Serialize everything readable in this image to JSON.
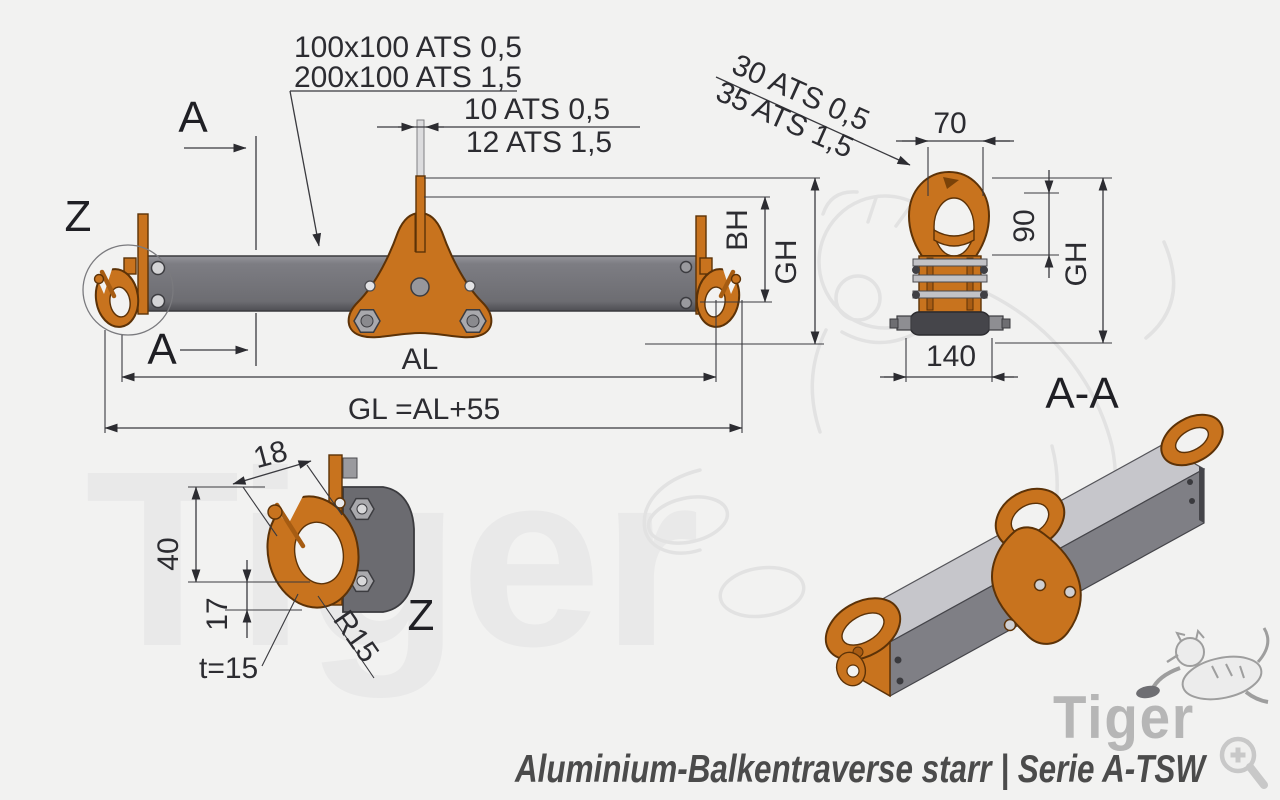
{
  "footer": {
    "caption": "Aluminium-Balkentraverse starr | Serie A-TSW",
    "brand": "Tiger"
  },
  "watermark": {
    "text": "Tiger"
  },
  "main_view": {
    "size_variants": [
      "100x100 ATS 0,5",
      "200x100 ATS 1,5"
    ],
    "web_thickness": [
      "10 ATS 0,5",
      "12 ATS 1,5"
    ],
    "section_marker_top": "A",
    "section_marker_bottom": "A",
    "detail_marker": "Z",
    "dim_hook_height": "BH",
    "dim_total_height": "GH",
    "dim_beam_length": "AL",
    "dim_total_length": "GL =AL+55"
  },
  "section_view": {
    "title": "A-A",
    "eye_thickness": [
      "30 ATS 0,5",
      "35 ATS 1,5"
    ],
    "dim_eye_width": "70",
    "dim_eye_height": "90",
    "dim_total_height": "GH",
    "dim_foot_width": "140"
  },
  "detail_view": {
    "title": "Z",
    "dim_tip_width": "18",
    "dim_opening_height": "40",
    "dim_bottom_height": "17",
    "material_thickness": "t=15",
    "radius": "R15"
  },
  "colors": {
    "accent_orange": "#c8731e",
    "beam_gray": "#75757a",
    "line_dark": "#2c2c31",
    "watermark_gray": "#e9e9e9",
    "background": "#f2f2f1"
  }
}
